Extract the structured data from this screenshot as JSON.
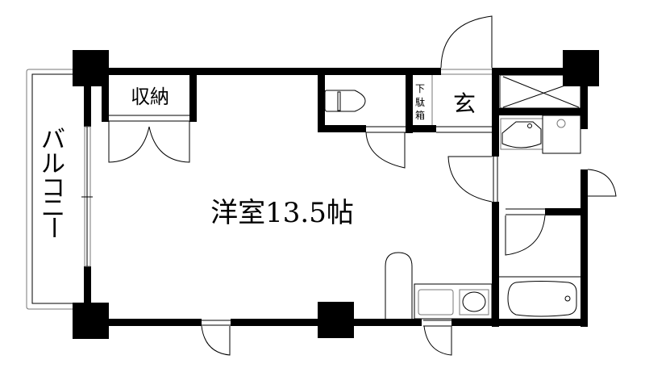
{
  "floorplan": {
    "rooms": {
      "main_room": "洋室13.5帖",
      "storage": "収納",
      "entrance": "玄",
      "shoe_box": [
        "下",
        "駄",
        "箱"
      ],
      "balcony": [
        "バ",
        "ル",
        "コ",
        "ニ",
        "ー"
      ]
    },
    "fixtures": [
      "toilet",
      "washbasin",
      "washing-machine-space",
      "bathtub",
      "kitchen-sink",
      "stove",
      "refrigerator-space"
    ],
    "colors": {
      "wall": "#000000",
      "line": "#000000",
      "background": "#ffffff"
    }
  }
}
